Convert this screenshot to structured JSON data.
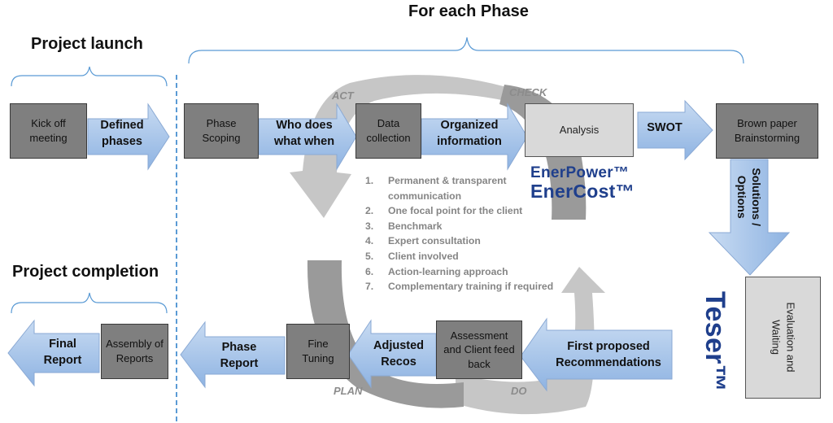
{
  "headings": {
    "for_each_phase": "For each Phase",
    "project_launch": "Project launch",
    "project_completion": "Project completion"
  },
  "cycle": {
    "act": "ACT",
    "check": "CHECK",
    "plan": "PLAN",
    "do": "DO"
  },
  "boxes": {
    "kickoff": "Kick off meeting",
    "phase_scoping": "Phase Scoping",
    "data_collection": "Data collection",
    "analysis": "Analysis",
    "brown_paper": "Brown paper Brainstorming",
    "evaluation": "Evaluation and Waiting",
    "assessment": "Assessment and Client feed back",
    "fine_tuning": "Fine Tuning",
    "assembly": "Assembly of Reports"
  },
  "arrows": {
    "defined_phases": "Defined phases",
    "who_does": "Who does what when",
    "organized_info": "Organized information",
    "swot": "SWOT",
    "solutions": "Solutions / Options",
    "first_proposed": "First proposed Recommendations",
    "adjusted_recos": "Adjusted Recos",
    "phase_report": "Phase Report",
    "final_report": "Final Report"
  },
  "principles": [
    {
      "num": "1.",
      "text": "Permanent & transparent communication"
    },
    {
      "num": "2.",
      "text": "One focal point for the client"
    },
    {
      "num": "3.",
      "text": "Benchmark"
    },
    {
      "num": "4.",
      "text": "Expert consultation"
    },
    {
      "num": "5.",
      "text": "Client involved"
    },
    {
      "num": "6.",
      "text": "Action-learning approach"
    },
    {
      "num": "7.",
      "text": "Complementary training if required"
    }
  ],
  "brands": {
    "enerpower": "EnerPower™",
    "enercost": "EnerCost™",
    "teser": "Teser™"
  },
  "colors": {
    "arrow_fill": "#9dbde6",
    "box_dark": "#7f7f7f",
    "box_light": "#d9d9d9",
    "brand": "#1f3f8c",
    "divider": "#5b9bd5",
    "cycle_gray": "#a6a6a6"
  }
}
